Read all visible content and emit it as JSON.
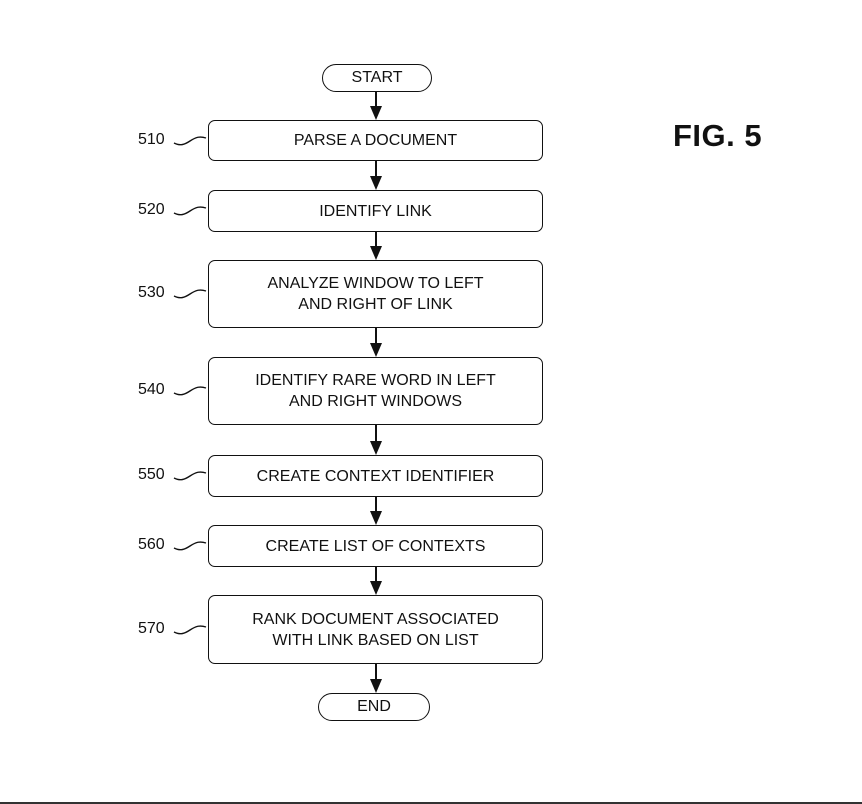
{
  "figure": {
    "label": "FIG. 5",
    "start": "START",
    "end": "END",
    "steps": [
      {
        "ref": "510",
        "text": "PARSE A DOCUMENT"
      },
      {
        "ref": "520",
        "text": "IDENTIFY LINK"
      },
      {
        "ref": "530",
        "text": "ANALYZE WINDOW TO LEFT\nAND RIGHT OF LINK"
      },
      {
        "ref": "540",
        "text": "IDENTIFY RARE WORD IN LEFT\nAND RIGHT WINDOWS"
      },
      {
        "ref": "550",
        "text": "CREATE CONTEXT IDENTIFIER"
      },
      {
        "ref": "560",
        "text": "CREATE LIST OF CONTEXTS"
      },
      {
        "ref": "570",
        "text": "RANK DOCUMENT ASSOCIATED\nWITH LINK BASED ON LIST"
      }
    ]
  }
}
